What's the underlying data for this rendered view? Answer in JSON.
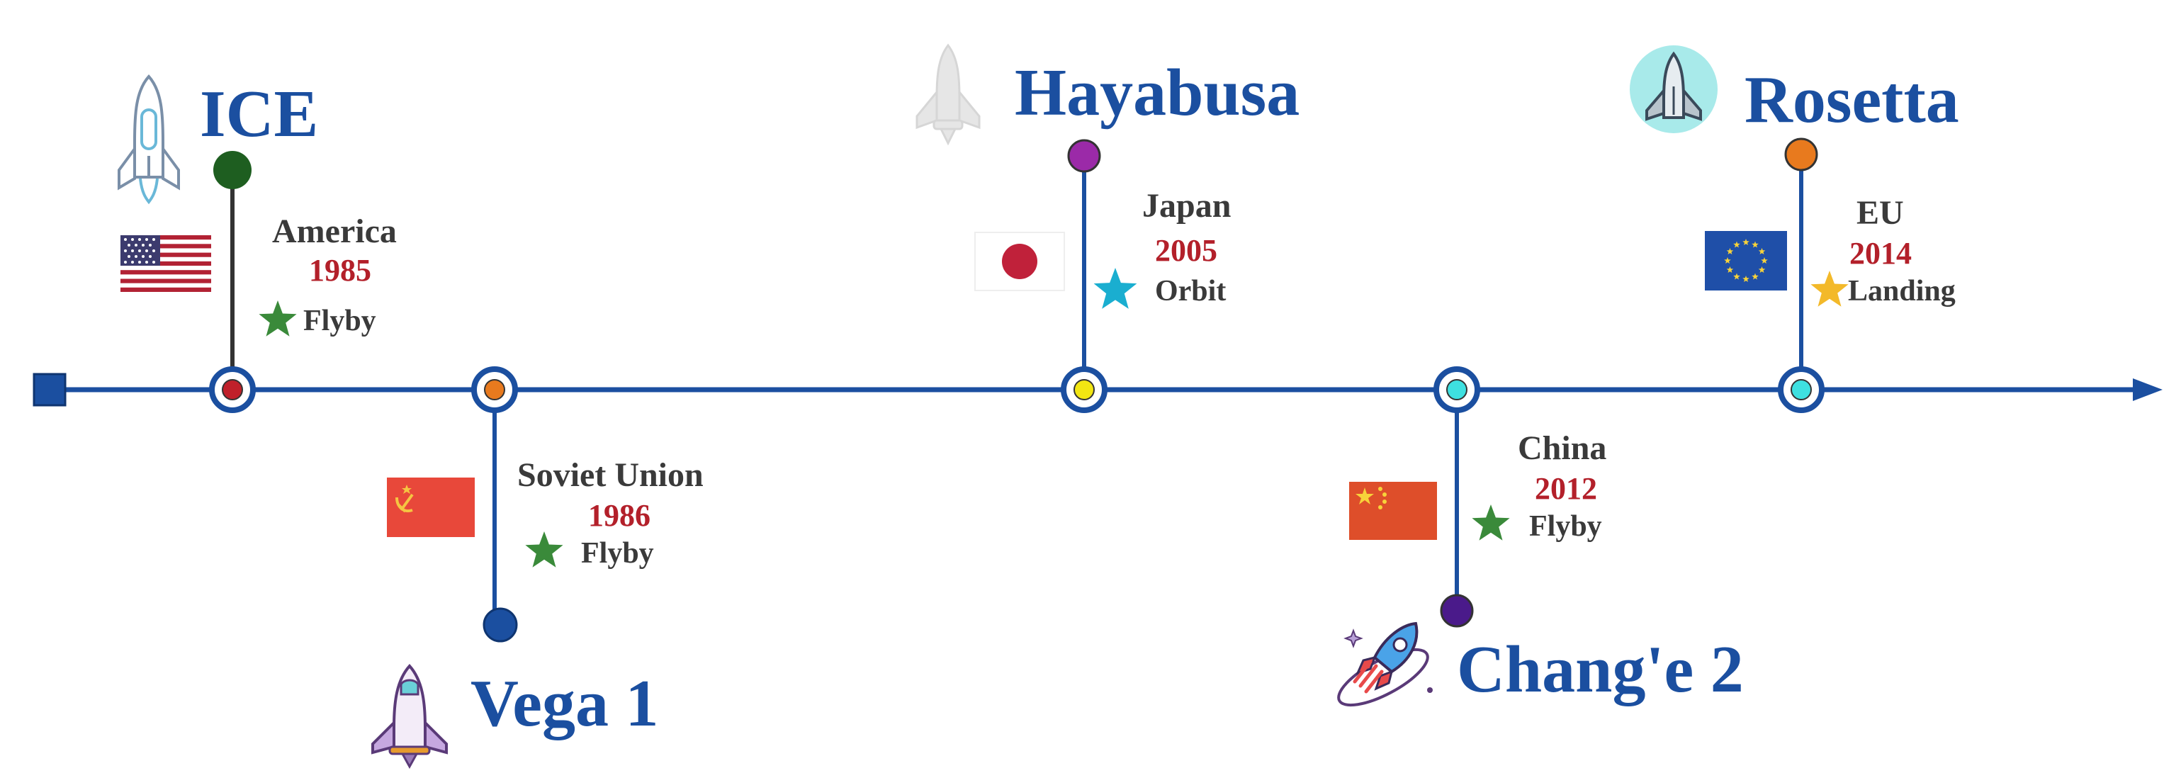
{
  "colors": {
    "axis": "#1b4fa0",
    "title": "#1b4fa0",
    "country": "#3a3a3a",
    "year": "#b3202a"
  },
  "missions": [
    {
      "name": "ICE",
      "country": "America",
      "year": "1985",
      "type": "Flyby",
      "flag": "usa-flag",
      "icon": "shuttle-outline-icon",
      "end_dot_color": "#1e5e20",
      "axis_dot_color": "#c0202a",
      "stem_color": "#333333",
      "star_color": "#3a8a3a"
    },
    {
      "name": "Vega 1",
      "country": "Soviet Union",
      "year": "1986",
      "type": "Flyby",
      "flag": "ussr-flag",
      "icon": "shuttle-launch-icon",
      "end_dot_color": "#1b4fa0",
      "axis_dot_color": "#e87a1e",
      "stem_color": "#1b4fa0",
      "star_color": "#3a8a3a"
    },
    {
      "name": "Hayabusa",
      "country": "Japan",
      "year": "2005",
      "type": "Orbit",
      "flag": "japan-flag",
      "icon": "shuttle-grey-icon",
      "end_dot_color": "#9b2aa8",
      "axis_dot_color": "#f2e612",
      "stem_color": "#1b4fa0",
      "star_color": "#1aaed0"
    },
    {
      "name": "Chang'e 2",
      "country": "China",
      "year": "2012",
      "type": "Flyby",
      "flag": "china-flag",
      "icon": "rocket-icon",
      "end_dot_color": "#4a1a8a",
      "axis_dot_color": "#3ee0e0",
      "stem_color": "#1b4fa0",
      "star_color": "#3a8a3a"
    },
    {
      "name": "Rosetta",
      "country": "EU",
      "year": "2014",
      "type": "Landing",
      "flag": "eu-flag",
      "icon": "shuttle-circle-icon",
      "end_dot_color": "#e87a1e",
      "axis_dot_color": "#3ee0e0",
      "stem_color": "#1b4fa0",
      "star_color": "#f3b92a"
    }
  ]
}
